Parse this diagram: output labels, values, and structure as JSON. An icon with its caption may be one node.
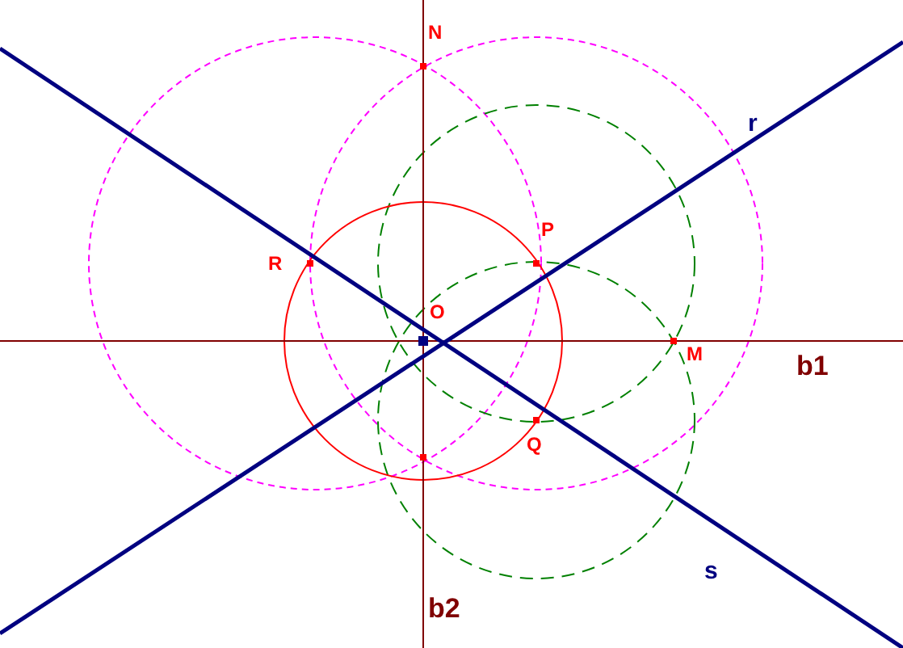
{
  "diagram": {
    "labels": [
      "N",
      "r",
      "R",
      "P",
      "O",
      "M",
      "b1",
      "Q",
      "s",
      "b2"
    ]
  }
}
